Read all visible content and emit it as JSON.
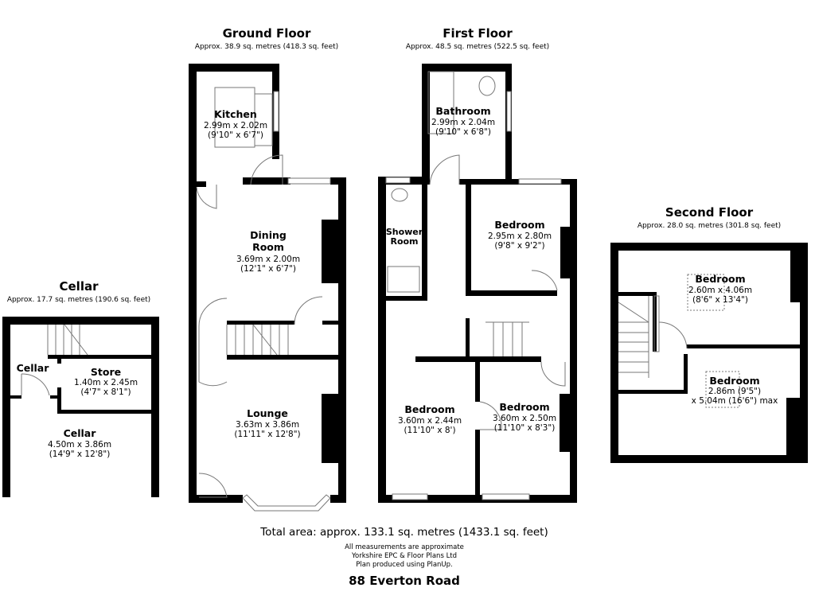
{
  "floors": {
    "ground": {
      "title": "Ground Floor",
      "area": "Approx. 38.9 sq. metres (418.3 sq. feet)",
      "rooms": [
        {
          "name": "Kitchen",
          "metric": "2.99m x 2.02m",
          "imperial": "(9'10\" x 6'7\")"
        },
        {
          "name": "Dining",
          "name2": "Room",
          "metric": "3.69m x 2.00m",
          "imperial": "(12'1\" x 6'7\")"
        },
        {
          "name": "Lounge",
          "metric": "3.63m x 3.86m",
          "imperial": "(11'11\" x 12'8\")"
        }
      ]
    },
    "first": {
      "title": "First Floor",
      "area": "Approx. 48.5 sq. metres (522.5 sq. feet)",
      "rooms": [
        {
          "name": "Bathroom",
          "metric": "2.99m x 2.04m",
          "imperial": "(9'10\" x 6'8\")"
        },
        {
          "name": "Shower",
          "name2": "Room"
        },
        {
          "name": "Bedroom",
          "metric": "2.95m x 2.80m",
          "imperial": "(9'8\" x 9'2\")"
        },
        {
          "name": "Bedroom",
          "metric": "3.60m x 2.44m",
          "imperial": "(11'10\" x 8')"
        },
        {
          "name": "Bedroom",
          "metric": "3.60m x 2.50m",
          "imperial": "(11'10\" x 8'3\")"
        }
      ]
    },
    "second": {
      "title": "Second Floor",
      "area": "Approx. 28.0 sq. metres (301.8 sq. feet)",
      "rooms": [
        {
          "name": "Bedroom",
          "metric": "2.60m x 4.06m",
          "imperial": "(8'6\" x 13'4\")"
        },
        {
          "name": "Bedroom",
          "metric": "2.86m (9'5\")",
          "imperial": "x 5.04m (16'6\") max"
        }
      ]
    },
    "cellar": {
      "title": "Cellar",
      "area": "Approx. 17.7 sq. metres (190.6 sq. feet)",
      "rooms": [
        {
          "name": "Cellar"
        },
        {
          "name": "Store",
          "metric": "1.40m x 2.45m",
          "imperial": "(4'7\" x 8'1\")"
        },
        {
          "name": "Cellar",
          "metric": "4.50m x 3.86m",
          "imperial": "(14'9\" x 12'8\")"
        }
      ]
    }
  },
  "footer": {
    "total": "Total area: approx. 133.1 sq. metres (1433.1 sq. feet)",
    "note1": "All measurements are approximate",
    "note2": "Yorkshire EPC & Floor Plans  Ltd",
    "note3": "Plan produced using PlanUp.",
    "address": "88 Everton Road"
  },
  "colors": {
    "wall": "#000000",
    "fixture": "#777777",
    "background": "#ffffff"
  }
}
